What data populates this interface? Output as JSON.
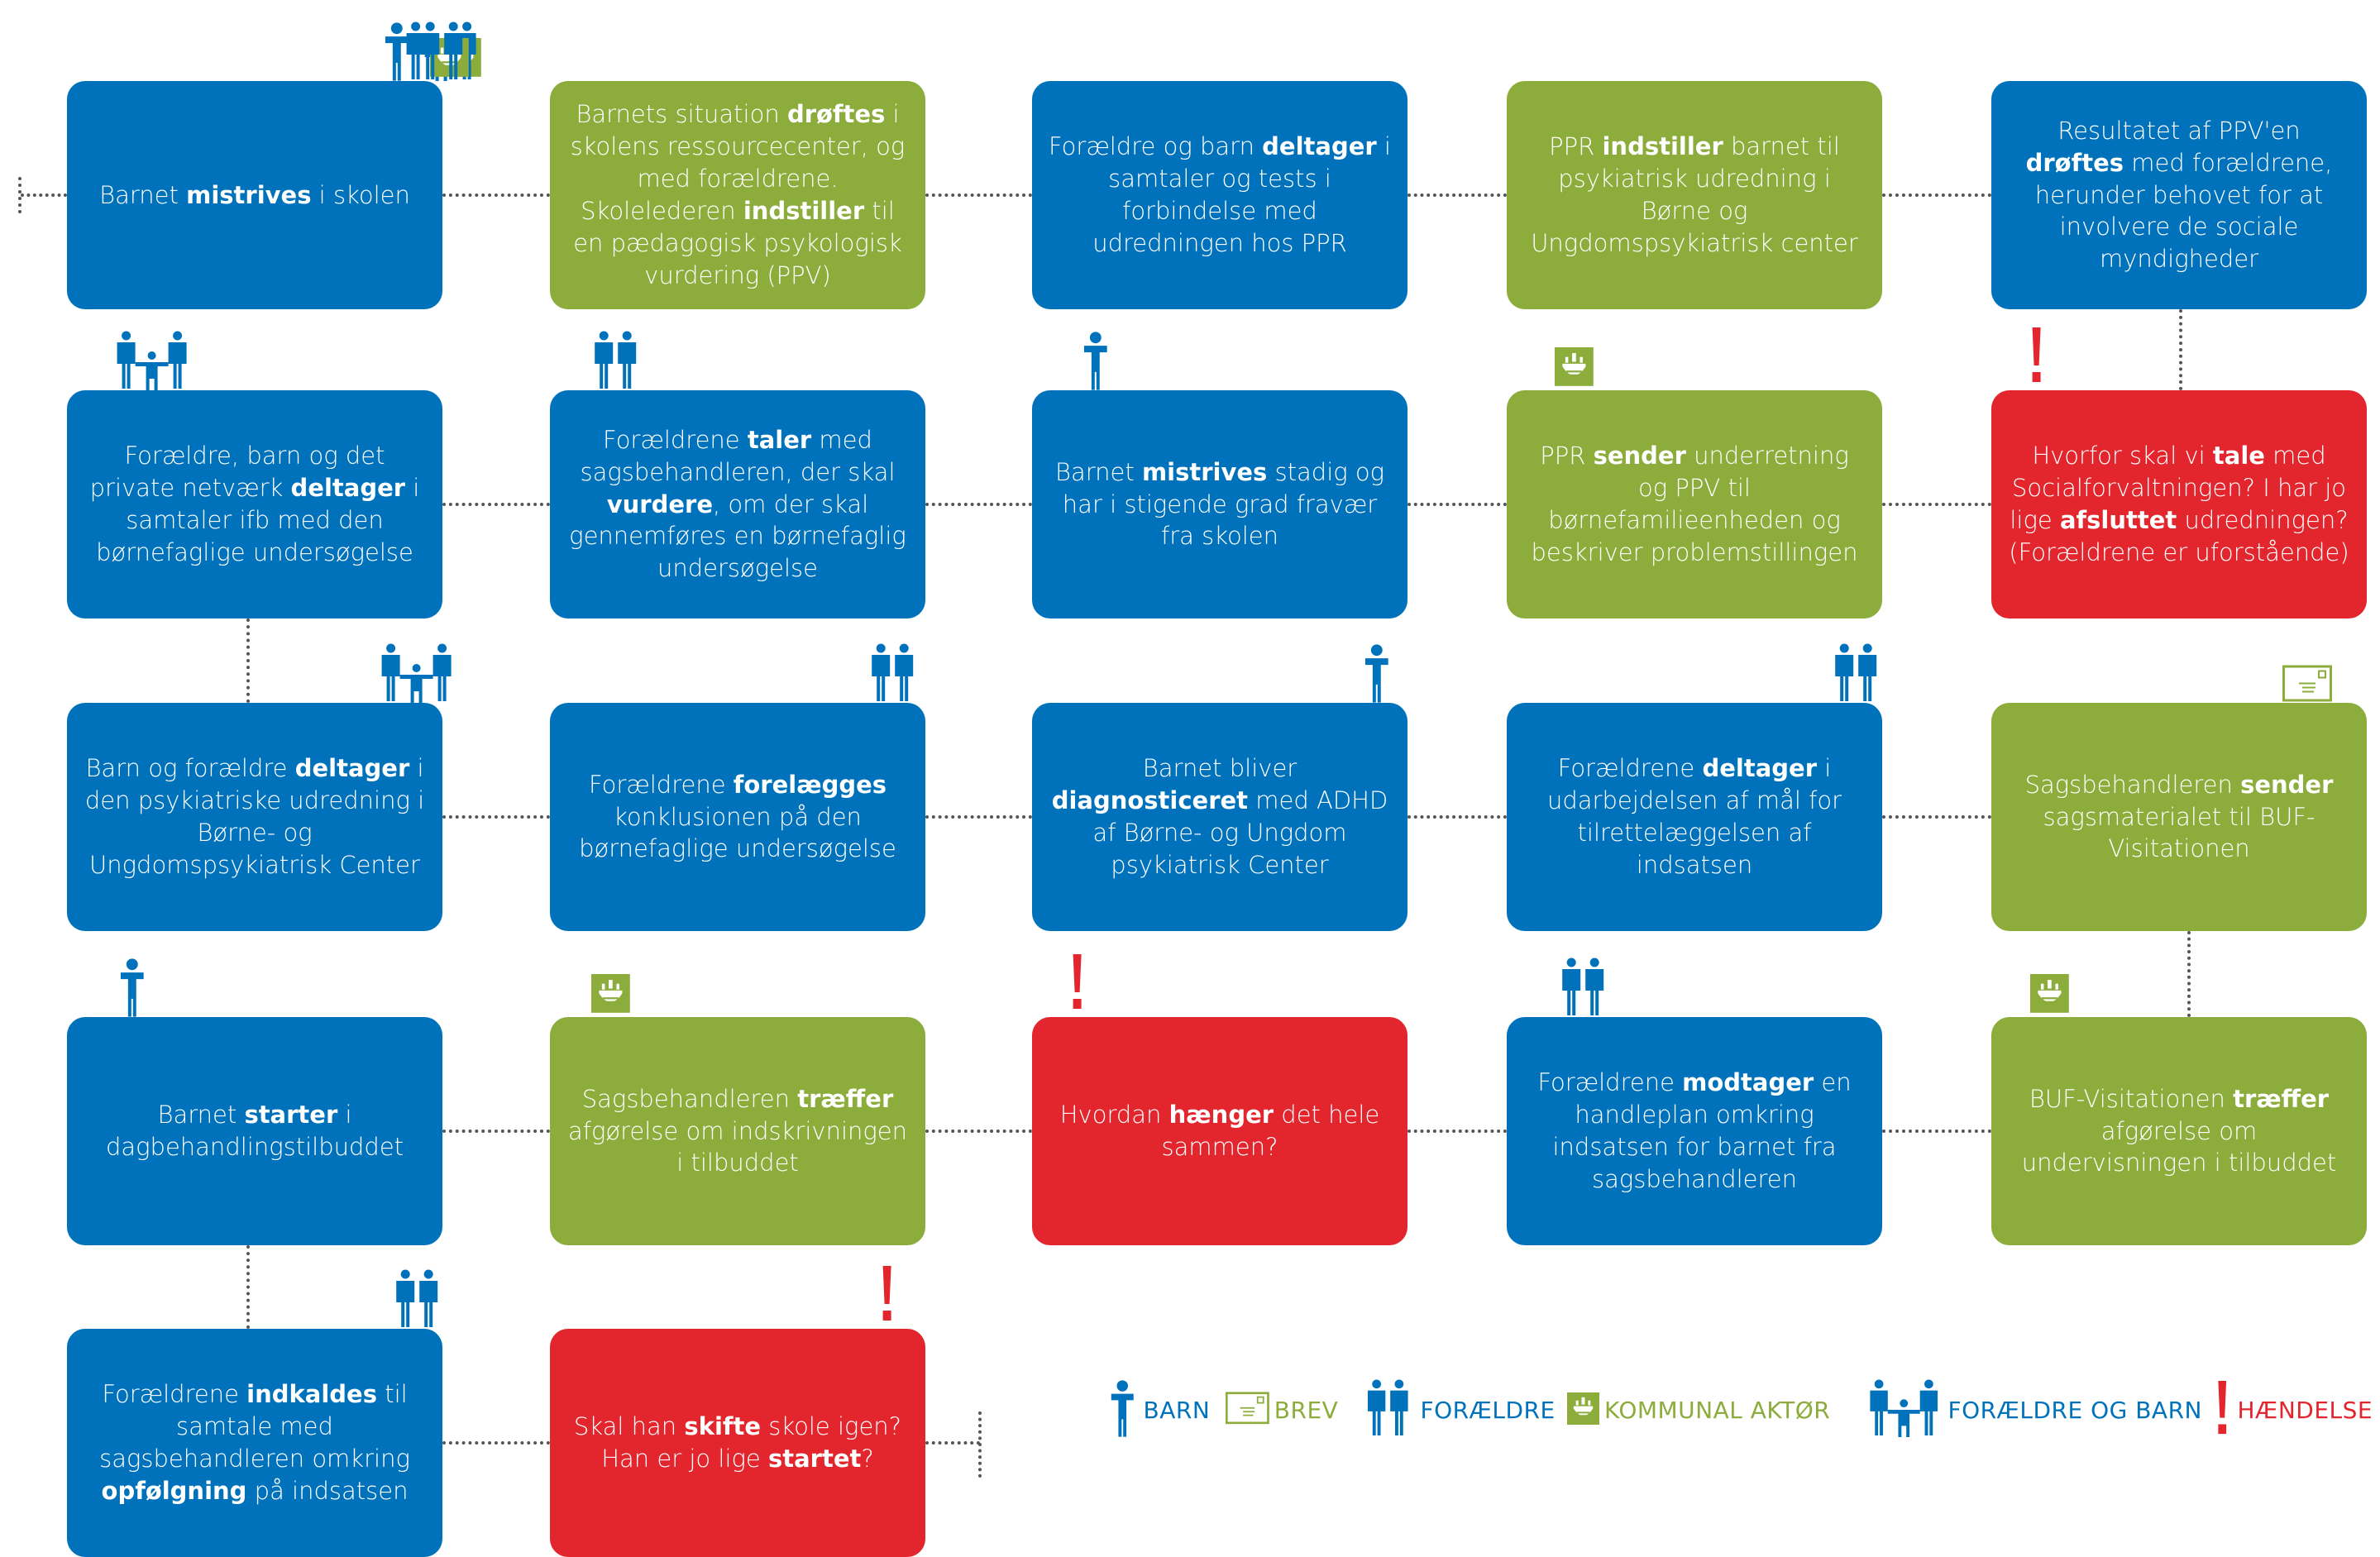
{
  "colors": {
    "blue": "#0072bc",
    "green": "#8cac3c",
    "red": "#e3252d",
    "connector": "#555555"
  },
  "boxes": [
    {
      "id": "b1",
      "color": "blue",
      "icon": "child-icon",
      "parts": [
        {
          "t": "Barnet "
        },
        {
          "t": "mistrives",
          "b": true
        },
        {
          "t": " i skolen"
        }
      ]
    },
    {
      "id": "b2",
      "color": "green",
      "icon": "municipal-icon",
      "parts": [
        {
          "t": "Barnets situation "
        },
        {
          "t": "drøftes",
          "b": true
        },
        {
          "t": " i skolens ressourcecenter, og med forældrene. Skolelederen "
        },
        {
          "t": "indstiller",
          "b": true
        },
        {
          "t": " til en pædagogisk psykologisk vurdering (PPV)"
        }
      ]
    },
    {
      "id": "b3",
      "color": "blue",
      "icon": "parents-and-child-icon",
      "parts": [
        {
          "t": "Forældre og barn "
        },
        {
          "t": "deltager",
          "b": true
        },
        {
          "t": " i samtaler og tests i forbindelse med udredningen hos PPR"
        }
      ]
    },
    {
      "id": "b4",
      "color": "green",
      "icon": "municipal-icon",
      "parts": [
        {
          "t": "PPR "
        },
        {
          "t": "indstiller",
          "b": true
        },
        {
          "t": " barnet til psykiatrisk udredning i Børne og Ungdomspsykiatrisk center"
        }
      ]
    },
    {
      "id": "b5",
      "color": "blue",
      "icon": "parents-icon",
      "parts": [
        {
          "t": "Resultatet af PPV'en "
        },
        {
          "t": "drøftes",
          "b": true
        },
        {
          "t": " med forældrene, herunder behovet for at involvere de sociale myndigheder"
        }
      ]
    },
    {
      "id": "b6",
      "color": "blue",
      "icon": "parents-and-child-icon",
      "parts": [
        {
          "t": "Forældre, barn og det private netværk "
        },
        {
          "t": "deltager",
          "b": true
        },
        {
          "t": " i samtaler ifb med den børnefaglige undersøgelse"
        }
      ]
    },
    {
      "id": "b7",
      "color": "blue",
      "icon": "parents-icon",
      "parts": [
        {
          "t": "Forældrene "
        },
        {
          "t": "taler",
          "b": true
        },
        {
          "t": " med sagsbehandleren, der skal "
        },
        {
          "t": "vurdere",
          "b": true
        },
        {
          "t": ", om der skal gennemføres en børnefaglig undersøgelse"
        }
      ]
    },
    {
      "id": "b8",
      "color": "blue",
      "icon": "child-icon",
      "parts": [
        {
          "t": "Barnet "
        },
        {
          "t": "mistrives",
          "b": true
        },
        {
          "t": " stadig og har i stigende grad fravær fra skolen"
        }
      ]
    },
    {
      "id": "b9",
      "color": "green",
      "icon": "municipal-icon",
      "parts": [
        {
          "t": "PPR "
        },
        {
          "t": "sender",
          "b": true
        },
        {
          "t": " underretning og PPV til børnefamilieenheden og beskriver problemstillingen"
        }
      ]
    },
    {
      "id": "b10",
      "color": "red",
      "icon": "event-icon",
      "parts": [
        {
          "t": "Hvorfor skal vi "
        },
        {
          "t": "tale",
          "b": true
        },
        {
          "t": " med Socialforvaltningen? I har jo lige "
        },
        {
          "t": "afsluttet",
          "b": true
        },
        {
          "t": " udredningen? (Forældrene er uforstående)"
        }
      ]
    },
    {
      "id": "b11",
      "color": "blue",
      "icon": "parents-and-child-icon",
      "parts": [
        {
          "t": "Barn og forældre "
        },
        {
          "t": "deltager",
          "b": true
        },
        {
          "t": " i den psykiatriske udredning i Børne- og Ungdomspsykiatrisk Center"
        }
      ]
    },
    {
      "id": "b12",
      "color": "blue",
      "icon": "parents-icon",
      "parts": [
        {
          "t": "Forældrene "
        },
        {
          "t": "forelægges",
          "b": true
        },
        {
          "t": " konklusionen på den børnefaglige undersøgelse"
        }
      ]
    },
    {
      "id": "b13",
      "color": "blue",
      "icon": "child-icon",
      "parts": [
        {
          "t": "Barnet bliver "
        },
        {
          "t": "diagnosticeret",
          "b": true
        },
        {
          "t": " med ADHD af Børne- og Ungdom psykiatrisk Center"
        }
      ]
    },
    {
      "id": "b14",
      "color": "blue",
      "icon": "parents-icon",
      "parts": [
        {
          "t": "Forældrene "
        },
        {
          "t": "deltager",
          "b": true
        },
        {
          "t": " i udarbejdelsen af mål for tilrettelæggelsen af indsatsen"
        }
      ]
    },
    {
      "id": "b15",
      "color": "green",
      "icon": "letter-icon",
      "parts": [
        {
          "t": "Sagsbehandleren "
        },
        {
          "t": "sender",
          "b": true
        },
        {
          "t": " sagsmaterialet til BUF-Visitationen"
        }
      ]
    },
    {
      "id": "b16",
      "color": "blue",
      "icon": "child-icon",
      "parts": [
        {
          "t": "Barnet "
        },
        {
          "t": "starter",
          "b": true
        },
        {
          "t": " i dagbehandlingstilbuddet"
        }
      ]
    },
    {
      "id": "b17",
      "color": "green",
      "icon": "municipal-icon",
      "parts": [
        {
          "t": "Sagsbehandleren "
        },
        {
          "t": "træffer",
          "b": true
        },
        {
          "t": " afgørelse om indskrivningen i tilbuddet"
        }
      ]
    },
    {
      "id": "b18",
      "color": "red",
      "icon": "event-icon",
      "parts": [
        {
          "t": "Hvordan "
        },
        {
          "t": "hænger",
          "b": true
        },
        {
          "t": " det hele sammen?"
        }
      ]
    },
    {
      "id": "b19",
      "color": "blue",
      "icon": "parents-icon",
      "parts": [
        {
          "t": "Forældrene "
        },
        {
          "t": "modtager",
          "b": true
        },
        {
          "t": " en handleplan omkring indsatsen for barnet fra sagsbehandleren"
        }
      ]
    },
    {
      "id": "b20",
      "color": "green",
      "icon": "municipal-icon",
      "parts": [
        {
          "t": "BUF-Visitationen "
        },
        {
          "t": "træffer",
          "b": true
        },
        {
          "t": " afgørelse om undervisningen i tilbuddet"
        }
      ]
    },
    {
      "id": "b21",
      "color": "blue",
      "icon": "parents-icon",
      "parts": [
        {
          "t": "Forældrene "
        },
        {
          "t": "indkaldes",
          "b": true
        },
        {
          "t": " til samtale med sagsbehandleren omkring "
        },
        {
          "t": "opfølgning",
          "b": true
        },
        {
          "t": " på indsatsen"
        }
      ]
    },
    {
      "id": "b22",
      "color": "red",
      "icon": "event-icon",
      "parts": [
        {
          "t": "Skal han "
        },
        {
          "t": "skifte",
          "b": true
        },
        {
          "t": " skole igen? Han er jo lige "
        },
        {
          "t": "startet",
          "b": true
        },
        {
          "t": "?"
        }
      ]
    }
  ],
  "legend": [
    {
      "icon": "child-icon",
      "label": "BARN",
      "color": "#0072bc"
    },
    {
      "icon": "letter-icon",
      "label": "BREV",
      "color": "#8cac3c"
    },
    {
      "icon": "parents-icon",
      "label": "FORÆLDRE",
      "color": "#0072bc"
    },
    {
      "icon": "municipal-icon",
      "label": "KOMMUNAL AKTØR",
      "color": "#8cac3c"
    },
    {
      "icon": "parents-and-child-icon",
      "label": "FORÆLDRE OG BARN",
      "color": "#0072bc"
    },
    {
      "icon": "event-icon",
      "label": "HÆNDELSE",
      "color": "#e3252d"
    }
  ]
}
